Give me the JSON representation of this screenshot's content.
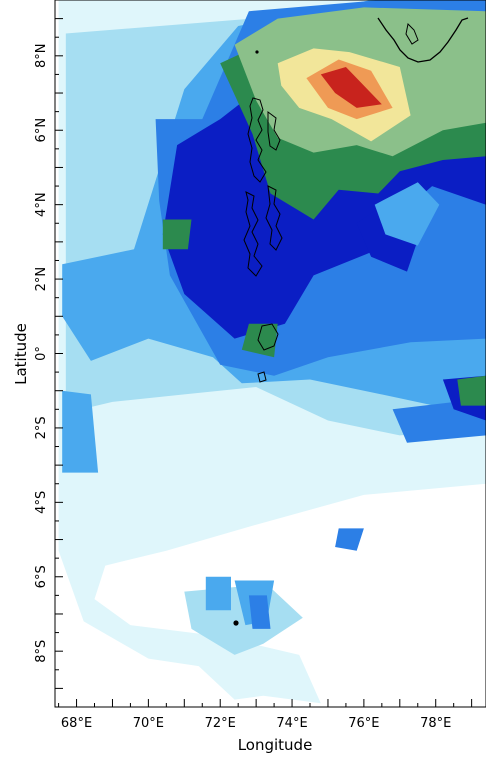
{
  "map": {
    "xlabel": "Longitude",
    "ylabel": "Latitude",
    "lon_range": [
      67.4,
      79.4
    ],
    "lat_range": [
      -9.5,
      9.5
    ],
    "x_ticks": [
      {
        "value": 68,
        "label": "68°E"
      },
      {
        "value": 70,
        "label": "70°E"
      },
      {
        "value": 72,
        "label": "72°E"
      },
      {
        "value": 74,
        "label": "74°E"
      },
      {
        "value": 76,
        "label": "76°E"
      },
      {
        "value": 78,
        "label": "78°E"
      }
    ],
    "y_ticks": [
      {
        "value": 8,
        "label": "8°N"
      },
      {
        "value": 6,
        "label": "6°N"
      },
      {
        "value": 4,
        "label": "4°N"
      },
      {
        "value": 2,
        "label": "2°N"
      },
      {
        "value": 0,
        "label": "0°"
      },
      {
        "value": -2,
        "label": "2°S"
      },
      {
        "value": -4,
        "label": "4°S"
      },
      {
        "value": -6,
        "label": "6°S"
      },
      {
        "value": -8,
        "label": "8°S"
      }
    ],
    "colors": {
      "c1": "#dff6fb",
      "c2": "#a6def2",
      "c3": "#4aa9ee",
      "c4": "#2c7fe6",
      "c5": "#0b1ec4",
      "c6": "#2c8a4e",
      "c7": "#8bc08a",
      "c8": "#f2e69a",
      "c9": "#ef9a55",
      "c10": "#c8231d"
    }
  },
  "chart_data": {
    "type": "heatmap",
    "field": [
      {
        "level": 1,
        "regions": [
          [
            [
              67.5,
              9.5
            ],
            [
              79.4,
              9.5
            ],
            [
              79.4,
              -3.5
            ],
            [
              76,
              -3.8
            ],
            [
              73,
              -4.6
            ],
            [
              70.5,
              -5.3
            ],
            [
              68.8,
              -5.7
            ],
            [
              68.5,
              -6.6
            ],
            [
              69.5,
              -7.3
            ],
            [
              72,
              -7.6
            ],
            [
              74.2,
              -8.1
            ],
            [
              74.8,
              -9.4
            ],
            [
              73.2,
              -9.2
            ],
            [
              72.4,
              -9.3
            ],
            [
              71.4,
              -8.4
            ],
            [
              70,
              -8.2
            ],
            [
              68.2,
              -7.2
            ],
            [
              67.5,
              -5.3
            ]
          ]
        ]
      },
      {
        "level": 2,
        "regions": [
          [
            [
              67.7,
              8.6
            ],
            [
              79.4,
              9.5
            ],
            [
              79.4,
              -2
            ],
            [
              77,
              -2.2
            ],
            [
              75,
              -1.8
            ],
            [
              73,
              -0.9
            ],
            [
              71,
              -1.1
            ],
            [
              69,
              -1.3
            ],
            [
              67.7,
              -1.6
            ]
          ],
          [
            [
              71,
              -6.4
            ],
            [
              73.3,
              -6.2
            ],
            [
              74.3,
              -7.1
            ],
            [
              73.2,
              -7.8
            ],
            [
              72.4,
              -8.1
            ],
            [
              71.2,
              -7.4
            ]
          ]
        ]
      },
      {
        "level": 3,
        "regions": [
          [
            [
              67.6,
              2.4
            ],
            [
              69.6,
              2.8
            ],
            [
              71,
              7.1
            ],
            [
              72.5,
              8.8
            ],
            [
              76.2,
              9.5
            ],
            [
              79.4,
              9.5
            ],
            [
              79.4,
              -1.7
            ],
            [
              77,
              -1.2
            ],
            [
              74.5,
              -0.7
            ],
            [
              72.6,
              -0.8
            ],
            [
              71.8,
              -0.1
            ],
            [
              70,
              0.4
            ],
            [
              68.4,
              -0.2
            ],
            [
              67.6,
              1
            ]
          ],
          [
            [
              67.6,
              -1
            ],
            [
              68.4,
              -1.1
            ],
            [
              68.6,
              -3.2
            ],
            [
              67.6,
              -3.2
            ]
          ],
          [
            [
              71.6,
              -6
            ],
            [
              72.3,
              -6
            ],
            [
              72.3,
              -6.9
            ],
            [
              71.6,
              -6.9
            ]
          ],
          [
            [
              72.4,
              -6.1
            ],
            [
              73.5,
              -6.1
            ],
            [
              73.3,
              -7.2
            ],
            [
              72.7,
              -7.3
            ]
          ]
        ]
      },
      {
        "level": 4,
        "regions": [
          [
            [
              70.2,
              6.3
            ],
            [
              71.5,
              6.3
            ],
            [
              72.8,
              9.2
            ],
            [
              76.5,
              9.5
            ],
            [
              79.4,
              9.5
            ],
            [
              79.4,
              0.4
            ],
            [
              77.3,
              0.3
            ],
            [
              75,
              -0.1
            ],
            [
              73.5,
              -0.6
            ],
            [
              72,
              -0.3
            ],
            [
              70.6,
              2.1
            ],
            [
              70.3,
              4.1
            ]
          ],
          [
            [
              76.8,
              -1.5
            ],
            [
              79.4,
              -1.2
            ],
            [
              79.4,
              -2.2
            ],
            [
              77.2,
              -2.4
            ]
          ],
          [
            [
              72.8,
              -6.5
            ],
            [
              73.3,
              -6.5
            ],
            [
              73.4,
              -7.4
            ],
            [
              72.9,
              -7.4
            ]
          ],
          [
            [
              75.3,
              -4.7
            ],
            [
              76,
              -4.7
            ],
            [
              75.8,
              -5.3
            ],
            [
              75.2,
              -5.2
            ]
          ]
        ]
      },
      {
        "level": 5,
        "regions": [
          [
            [
              70.8,
              5.6
            ],
            [
              72,
              6.3
            ],
            [
              73.6,
              7.5
            ],
            [
              75.4,
              8.6
            ],
            [
              79.4,
              9.2
            ],
            [
              79.4,
              4
            ],
            [
              77.9,
              4.5
            ],
            [
              77.3,
              4
            ],
            [
              76.4,
              2.8
            ],
            [
              74.6,
              2.1
            ],
            [
              73.8,
              0.8
            ],
            [
              72.4,
              0.4
            ],
            [
              71,
              1.6
            ],
            [
              70.4,
              3.2
            ]
          ],
          [
            [
              78.2,
              -0.7
            ],
            [
              79.4,
              -0.6
            ],
            [
              79.4,
              -1.8
            ],
            [
              78.5,
              -1.5
            ]
          ],
          [
            [
              75.8,
              3.5
            ],
            [
              77,
              4.3
            ],
            [
              77.8,
              3.9
            ],
            [
              77.2,
              2.2
            ],
            [
              76.2,
              2.6
            ]
          ]
        ]
      },
      {
        "level": 6,
        "regions": [
          [
            [
              72,
              7.8
            ],
            [
              74,
              8.7
            ],
            [
              76.6,
              9.2
            ],
            [
              79.4,
              9.1
            ],
            [
              79.4,
              5.3
            ],
            [
              78.2,
              5.2
            ],
            [
              77,
              4.9
            ],
            [
              76.4,
              4.3
            ],
            [
              75.3,
              4.4
            ],
            [
              74.6,
              3.6
            ],
            [
              73.4,
              4.3
            ],
            [
              72.9,
              5.9
            ]
          ],
          [
            [
              70.4,
              3.6
            ],
            [
              71.2,
              3.6
            ],
            [
              71.1,
              2.8
            ],
            [
              70.4,
              2.8
            ]
          ],
          [
            [
              72.8,
              0.8
            ],
            [
              73.6,
              0.8
            ],
            [
              73.5,
              -0.1
            ],
            [
              72.6,
              0.1
            ]
          ],
          [
            [
              78.6,
              -0.7
            ],
            [
              79.4,
              -0.6
            ],
            [
              79.4,
              -1.4
            ],
            [
              78.7,
              -1.4
            ]
          ]
        ]
      },
      {
        "level": 7,
        "regions": [
          [
            [
              72.4,
              8.3
            ],
            [
              73.6,
              9
            ],
            [
              76,
              9.3
            ],
            [
              79.4,
              9.2
            ],
            [
              79.4,
              6.2
            ],
            [
              78.2,
              6
            ],
            [
              76.8,
              5.3
            ],
            [
              75.8,
              5.6
            ],
            [
              74.6,
              5.4
            ],
            [
              73.6,
              5.8
            ],
            [
              73,
              6.8
            ]
          ]
        ]
      },
      {
        "level": 8,
        "regions": [
          [
            [
              73.6,
              7.8
            ],
            [
              74.6,
              8.2
            ],
            [
              75.6,
              8.1
            ],
            [
              77,
              7.7
            ],
            [
              77.3,
              6.4
            ],
            [
              76.2,
              5.7
            ],
            [
              75.1,
              6.3
            ],
            [
              74.2,
              6.6
            ],
            [
              73.7,
              7.2
            ]
          ]
        ]
      },
      {
        "level": 9,
        "regions": [
          [
            [
              74.4,
              7.4
            ],
            [
              75.3,
              7.9
            ],
            [
              76.2,
              7.6
            ],
            [
              76.8,
              6.6
            ],
            [
              75.8,
              6.3
            ],
            [
              75,
              6.6
            ]
          ]
        ]
      },
      {
        "level": 10,
        "regions": [
          [
            [
              74.8,
              7.5
            ],
            [
              75.5,
              7.7
            ],
            [
              75.9,
              7.3
            ],
            [
              76.5,
              6.7
            ],
            [
              75.8,
              6.6
            ],
            [
              75.2,
              7
            ]
          ]
        ]
      }
    ],
    "holes": [
      {
        "level": 1,
        "regions": [
          [
            [
              76.7,
              4.1
            ],
            [
              77.3,
              4.3
            ],
            [
              77.5,
              3.5
            ],
            [
              76.9,
              3.2
            ],
            [
              76.5,
              3.7
            ]
          ]
        ]
      },
      {
        "level": 3,
        "regions": [
          [
            [
              76.3,
              4
            ],
            [
              77.5,
              4.6
            ],
            [
              78.1,
              4
            ],
            [
              77.5,
              2.9
            ],
            [
              76.6,
              3.2
            ]
          ]
        ]
      }
    ]
  }
}
